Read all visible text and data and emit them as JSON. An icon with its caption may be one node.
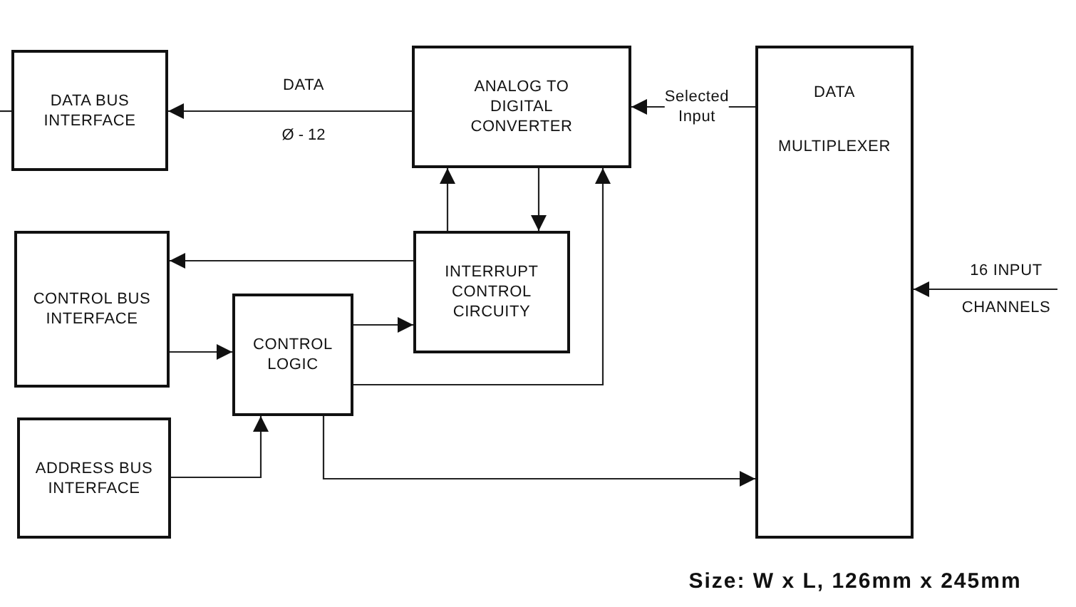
{
  "diagram": {
    "nodes": [
      {
        "text": [
          "DATA BUS INTERFACE"
        ]
      },
      {
        "text": [
          "ANALOG TO DIGITAL CONVERTER"
        ]
      },
      {
        "text": [
          "DATA MULTIPLEXER"
        ]
      },
      {
        "text": [
          "CONTROL BUS INTERFACE"
        ]
      },
      {
        "text": [
          "INTERRUPT CONTROL CIRCUITY"
        ]
      },
      {
        "text": [
          "CONTROL LOGIC"
        ]
      },
      {
        "text": [
          "ADDRESS BUS INTERFACE"
        ]
      }
    ],
    "edges": [
      {
        "from": null,
        "to": 0,
        "arrow": "none"
      },
      {
        "from": 1,
        "to": 0,
        "arrow": "to",
        "label": "DATA"
      },
      {
        "from": 2,
        "to": 1,
        "arrow": "to",
        "label": "Selected Input"
      },
      {
        "from": 4,
        "to": 1,
        "arrow": "to"
      },
      {
        "from": 1,
        "to": 4,
        "arrow": "to"
      },
      {
        "from": 5,
        "to": 1,
        "arrow": "to"
      },
      {
        "from": 4,
        "to": 3,
        "arrow": "to"
      },
      {
        "from": 3,
        "to": 5,
        "arrow": "to"
      },
      {
        "from": 5,
        "to": 4,
        "arrow": "to"
      },
      {
        "from": 6,
        "to": 5,
        "arrow": "to"
      },
      {
        "from": 5,
        "to": 2,
        "arrow": "to"
      },
      {
        "from": null,
        "to": 2,
        "arrow": "to",
        "label": "16 INPUT CHANNELS"
      }
    ],
    "labels": [
      "Ø - 12",
      "Size: W x L, 126mm x 245mm"
    ]
  }
}
